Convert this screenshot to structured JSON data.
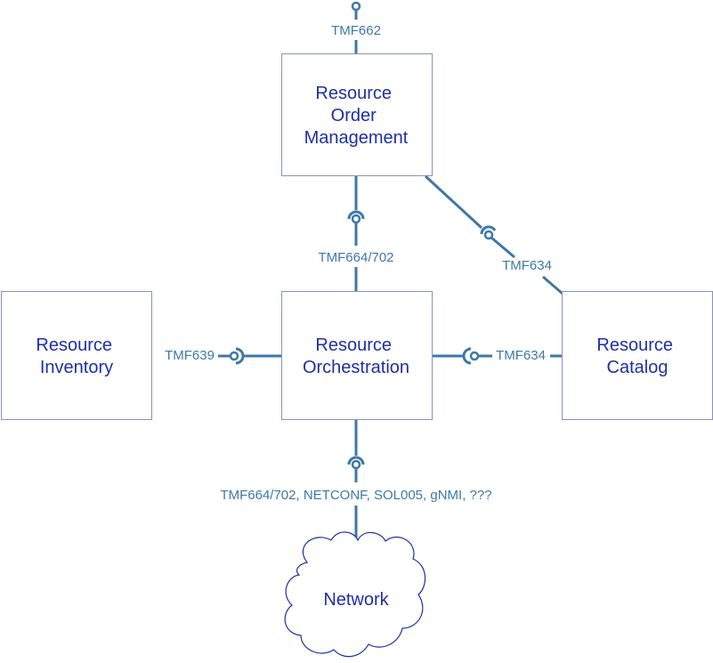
{
  "nodes": {
    "order_management": [
      "Resource",
      "Order",
      "Management"
    ],
    "inventory": [
      "Resource",
      "Inventory"
    ],
    "orchestration": [
      "Resource",
      "Orchestration"
    ],
    "catalog": [
      "Resource",
      "Catalog"
    ],
    "network": "Network"
  },
  "interfaces": {
    "top": "TMF662",
    "order_to_orch": "TMF664/702",
    "order_to_catalog": "TMF634",
    "inventory_to_orch": "TMF639",
    "catalog_to_orch": "TMF634",
    "orch_to_network": "TMF664/702, NETCONF, SOL005, gNMI, ???"
  },
  "colors": {
    "connector": "#3d78a8",
    "box_text": "#1f2fa6",
    "box_border": "#8a8fc4"
  }
}
